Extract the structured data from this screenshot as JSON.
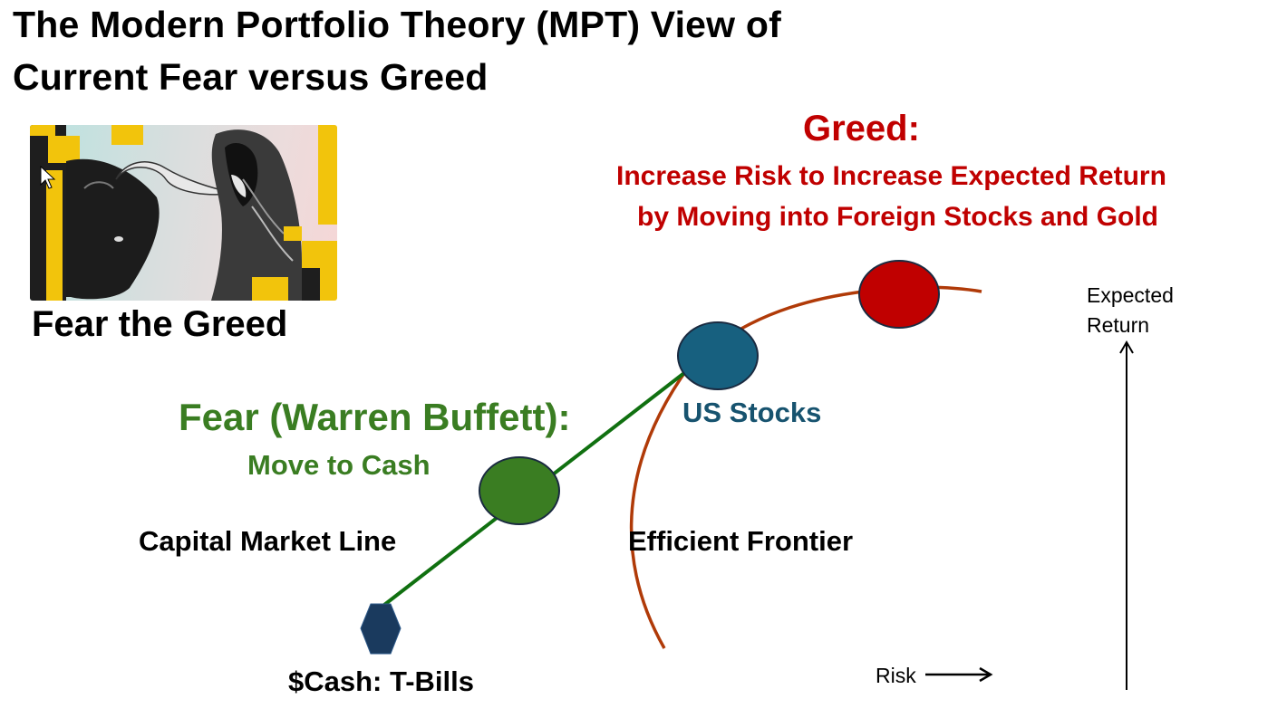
{
  "title": {
    "line1": "The Modern Portfolio Theory (MPT) View of",
    "line2": "Current Fear versus Greed"
  },
  "image": {
    "description": "Bull and bear illustration with yellow pixel blocks",
    "caption": "Fear the Greed"
  },
  "greed": {
    "heading": "Greed:",
    "line1": "Increase Risk to Increase Expected Return",
    "line2": "by Moving into Foreign Stocks and Gold",
    "color": "#c00000"
  },
  "fear": {
    "heading": "Fear (Warren Buffett):",
    "subheading": "Move to Cash",
    "color": "#3a7d22"
  },
  "labels": {
    "capital_market_line": "Capital Market Line",
    "efficient_frontier": "Efficient Frontier",
    "us_stocks": "US Stocks",
    "cash": "$Cash: T-Bills"
  },
  "axes": {
    "y_label_line1": "Expected",
    "y_label_line2": "Return",
    "x_label": "Risk"
  },
  "colors": {
    "capital_market_line": "#107010",
    "efficient_frontier": "#b03a08",
    "cash_node": "#1a3a5e",
    "fear_node": "#3a7d22",
    "us_stocks_node": "#17607f",
    "greed_node": "#c00000"
  }
}
